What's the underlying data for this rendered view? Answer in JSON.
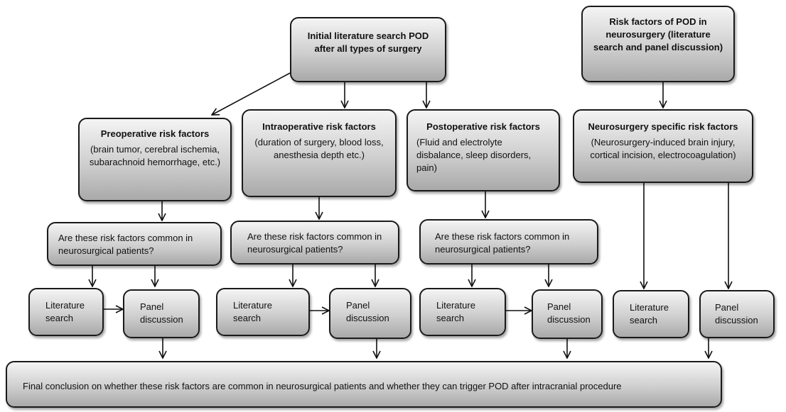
{
  "top": {
    "initial_search": "Initial literature search POD after all types of surgery",
    "neuro_search": "Risk factors of POD in neurosurgery (literature search and panel discussion)"
  },
  "categories": {
    "pre": {
      "title": "Preoperative risk factors",
      "body": "(brain tumor, cerebral ischemia, subarachnoid hemorrhage, etc.)"
    },
    "intra": {
      "title": "Intraoperative risk factors",
      "body": "(duration of surgery, blood loss,  anesthesia depth etc.)"
    },
    "post": {
      "title": "Postoperative risk factors",
      "body": "(Fluid and electrolyte disbalance, sleep disorders, pain)"
    },
    "neuro": {
      "title": "Neurosurgery specific risk factors",
      "body": "(Neurosurgery-induced brain injury, cortical incision, electrocoagulation)"
    }
  },
  "question": "Are these risk factors common in neurosurgical patients?",
  "literature": "Literature search",
  "panel": "Panel discussion",
  "final": "Final conclusion on  whether these risk factors are common in neurosurgical patients and whether they can trigger POD after intracranial procedure"
}
